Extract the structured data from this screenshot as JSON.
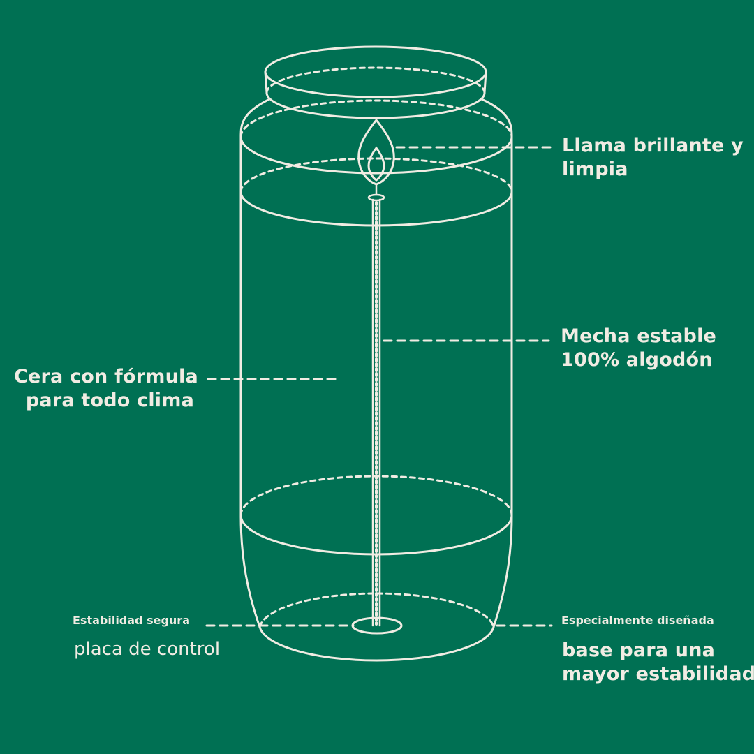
{
  "labels": {
    "flame": {
      "line1": "Llama brillante y",
      "line2": "limpia"
    },
    "wick": {
      "line1": "Mecha estable",
      "line2": "100% algodón"
    },
    "wax": {
      "line1": "Cera con fórmula",
      "line2": "para todo clima"
    },
    "plate": {
      "small": "Estabilidad segura",
      "main": "placa de control"
    },
    "base": {
      "small": "Especialmente diseñada",
      "line1": "base para una",
      "line2": "mayor estabilidad"
    }
  },
  "colors": {
    "background": "#007053",
    "line": "#f1ece3"
  }
}
